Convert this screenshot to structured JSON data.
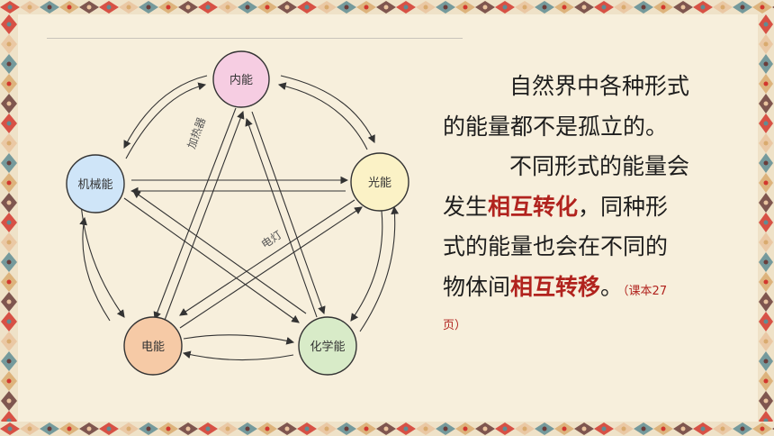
{
  "diagram": {
    "nodes": {
      "internal": "内能",
      "light": "光能",
      "mechanical": "机械能",
      "electric": "电能",
      "chemical": "化学能"
    },
    "labels": {
      "heater": "加热器",
      "lamp": "电灯"
    }
  },
  "text": {
    "p1_a": "自然界中各种形式",
    "p1_b": "的能量都不是孤立的。",
    "p2_a": "不同形式的能量会",
    "p2_b_pre": "发生",
    "p2_b_red": "相互转化",
    "p2_b_post": "，同种形",
    "p2_c": "式的能量也会在不同的",
    "p2_d_pre": "物体间",
    "p2_d_red": "相互转移",
    "p2_d_post": "。",
    "ref_a": "（课本27",
    "ref_b": "页）"
  },
  "colors": {
    "internal": "#f6cde2",
    "light": "#fbf2c6",
    "mechanical": "#cfe5f8",
    "electric": "#f6caa6",
    "chemical": "#d8ebc8",
    "accent_red": "#b1231e",
    "background": "#f7efdc"
  }
}
